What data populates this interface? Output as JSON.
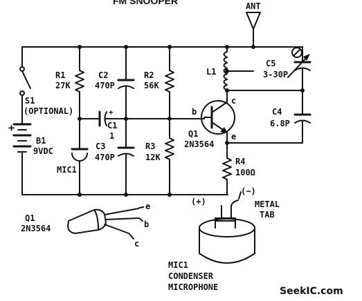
{
  "title": "FM SNOOPER",
  "labels": {
    "ant": "ANT",
    "r1_name": "R1",
    "r1_val": "27K",
    "c2_name": "C2",
    "c2_val": "470P",
    "r2_name": "R2",
    "r2_val": "56K",
    "l1": "L1",
    "c5_name": "C5",
    "c5_val": "3-30P",
    "s1_name": "S1",
    "s1_note": "(OPTIONAL)",
    "c1_name": "C1",
    "c1_val": "1",
    "base": "b",
    "collector": "c",
    "emitter": "e",
    "q1_name": "Q1",
    "q1_part": "2N3564",
    "c4_name": "C4",
    "c4_val": "6.8P",
    "b1_name": "B1",
    "b1_val": "9VDC",
    "c3_name": "C3",
    "c3_val": "470P",
    "r3_name": "R3",
    "r3_val": "12K",
    "mic1_name": "MIC1",
    "r4_name": "R4",
    "r4_val": "100Ω",
    "plus": "+",
    "mic_plus": "(+)",
    "mic_minus": "(−)",
    "metal": "METAL",
    "tab": "TAB",
    "pkg_q1": "Q1",
    "pkg_part": "2N3564",
    "pkg_e": "e",
    "pkg_b": "b",
    "pkg_c": "c",
    "mic_cap1": "MIC1",
    "mic_cap2": "CONDENSER",
    "mic_cap3": "MICROPHONE",
    "watermark": "SeekIC.com"
  }
}
